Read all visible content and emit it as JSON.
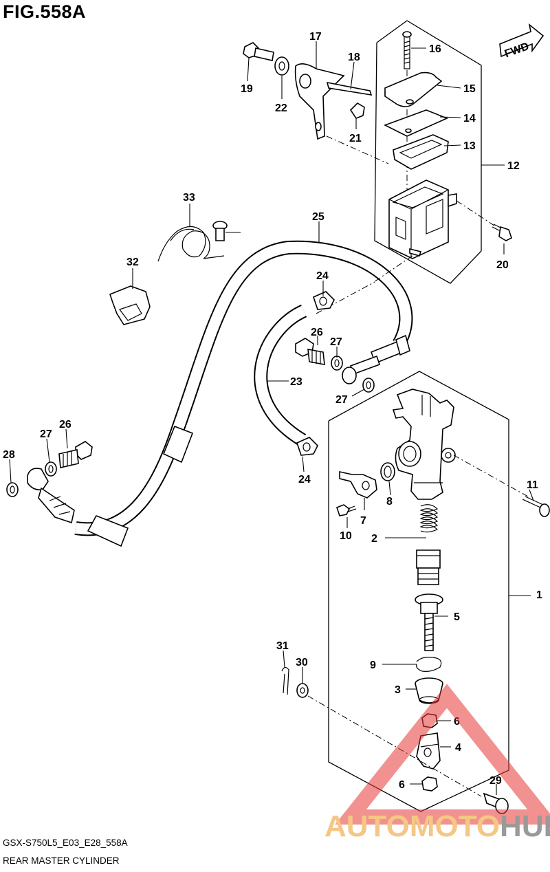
{
  "figure": {
    "title": "FIG.558A",
    "model_code": "GSX-S750L5_E03_E28_558A",
    "section_name": "REAR MASTER CYLINDER"
  },
  "fwd_label": "FWD",
  "callouts": [
    "1",
    "2",
    "3",
    "4",
    "5",
    "6",
    "6",
    "7",
    "8",
    "9",
    "10",
    "11",
    "12",
    "13",
    "14",
    "15",
    "16",
    "17",
    "18",
    "19",
    "20",
    "21",
    "22",
    "23",
    "24",
    "24",
    "25",
    "26",
    "26",
    "27",
    "27",
    "27",
    "28",
    "29",
    "30",
    "31",
    "32",
    "33"
  ],
  "watermark": {
    "prefix": "AUTOMOTO",
    "suffix": "HUB",
    "colors": {
      "prefix": "#f4c784",
      "suffix": "#9a9a9a",
      "triangle": "#e53935"
    }
  }
}
